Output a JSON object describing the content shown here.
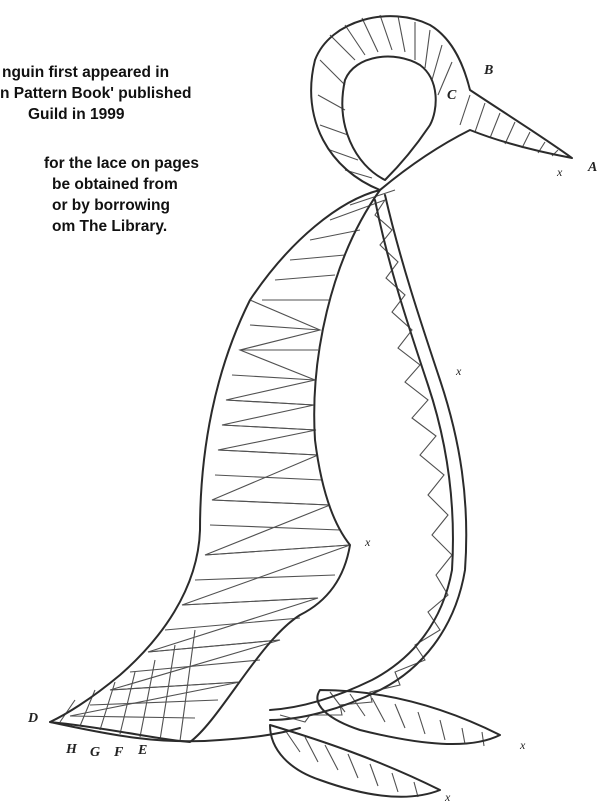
{
  "intro_text": {
    "paragraph_1": [
      "nguin first appeared in",
      "n Pattern Book' published",
      "Guild in 1999"
    ],
    "paragraph_2": [
      "for the lace on pages",
      "be obtained from",
      "or by borrowing",
      "om The Library."
    ]
  },
  "point_labels": {
    "A": "A",
    "B": "B",
    "C": "C",
    "D": "D",
    "E": "E",
    "F": "F",
    "G": "G",
    "H": "H"
  },
  "x_marks": {
    "beak_tip": "x",
    "chest": "x",
    "belly": "x",
    "foot_upper": "x",
    "foot_lower": "x"
  },
  "colors": {
    "line": "#2b2b2b",
    "background": "#ffffff"
  }
}
